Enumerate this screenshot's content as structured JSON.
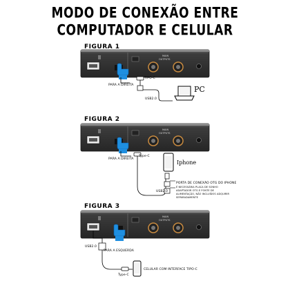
{
  "title": {
    "line1": "MODO DE CONEXÃO ENTRE",
    "line2": "COMPUTADOR E CELULAR"
  },
  "figures": [
    {
      "label": "FIGURA 1",
      "arrow_text": "PARA A DIREITA",
      "cable_top": "TIPO-C",
      "cable_bottom": "USB2.0",
      "target": "PC"
    },
    {
      "label": "FIGURA 2",
      "arrow_text": "PARA A DIREITA",
      "cable_top": "Type-C",
      "cable_bottom": "USB2.0",
      "target": "Iphone",
      "otg_label": "PORTA DE CONEXÃO OTG DO IPHONE",
      "note": "É NECESSÁRIA PLACA DE SONHO ADAPTADOR OTG E FONTE DE ALIMENTAÇÃO, NÃO INCLUÍDOS ADQUIRIR SEPARADAMENTE"
    },
    {
      "label": "FIGURA 3",
      "arrow_text": "PARA A ESQUERDA",
      "cable_top": "USB2.0",
      "cable_bottom": "Type-C",
      "target": "CELULAR COM INTERFACE TIPO-C"
    }
  ],
  "device_labels": {
    "main_outputs": "MAIN OUTPUTS",
    "knob": "",
    "usb": "USB2.0"
  },
  "colors": {
    "device": "#3a3a3a",
    "device_light": "#5a5a5a",
    "hand": "#1f8fe0",
    "cable": "#000000"
  }
}
